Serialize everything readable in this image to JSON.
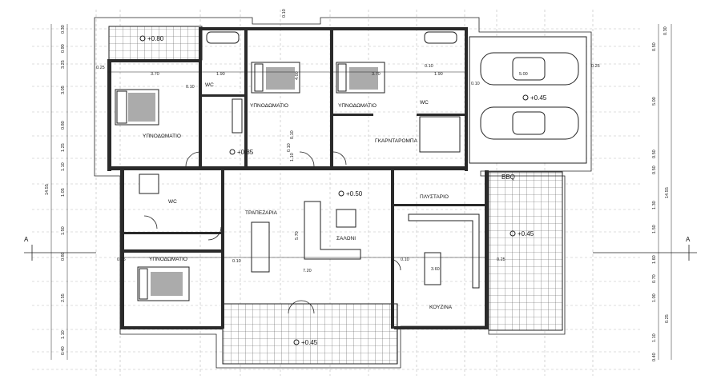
{
  "rooms": {
    "bedroom_nw": "ΥΠΝΟΔΩΜΑΤΙΟ",
    "bedroom_n_center": "ΥΠΝΟΔΩΜΑΤΙΟ",
    "bedroom_ne": "ΥΠΝΟΔΩΜΑΤΙΟ",
    "bedroom_sw": "ΥΠΝΟΔΩΜΑΤΙΟ",
    "wardrobe": "ΓΚΑΡΝΤΑΡΟΜΠΑ",
    "dining": "ΤΡΑΠΕΖΑΡΙΑ",
    "living": "ΣΑΛΟΝΙ",
    "laundry": "ΠΛΥΣΤΑΡΙΟ",
    "kitchen": "ΚΟΥΖΙΝΑ",
    "bbq": "BBQ",
    "wc_north": "WC",
    "wc_west": "WC",
    "wc_ne": "WC"
  },
  "levels": {
    "north_terrace": "+0.80",
    "hall": "+0.85",
    "living": "+0.50",
    "garage": "+0.45",
    "bbq_terrace": "+0.45",
    "south_terrace": "+0.45"
  },
  "section_marks": {
    "left": "A",
    "right": "A"
  },
  "dimensions": {
    "top": [
      "0.25",
      "0.10",
      "1.90",
      "4.00",
      "3.70",
      "3.70",
      "0.10",
      "1.90",
      "5.00",
      "0.25",
      "0.10",
      "0.10"
    ],
    "middle": [
      "0.25",
      "0.10",
      "5.70",
      "7.20",
      "0.10",
      "3.60",
      "0.25"
    ],
    "left_vertical": [
      "0.30",
      "0.90",
      "3.25",
      "3.05",
      "0.80",
      "1.25",
      "1.10",
      "14.55",
      "1.05",
      "1.50",
      "0.80",
      "2.55",
      "1.10",
      "0.40"
    ],
    "right_vertical": [
      "0.30",
      "0.50",
      "5.00",
      "0.50",
      "0.50",
      "14.55",
      "1.30",
      "1.50",
      "1.60",
      "0.70",
      "1.00",
      "1.10",
      "0.40",
      "0.25"
    ],
    "center_vertical": [
      "0.10",
      "0.10",
      "1.10"
    ]
  },
  "colors": {
    "line": "#222222",
    "wall": "#2a2a2a",
    "grid": "#bbbbbb",
    "paper": "#ffffff"
  }
}
